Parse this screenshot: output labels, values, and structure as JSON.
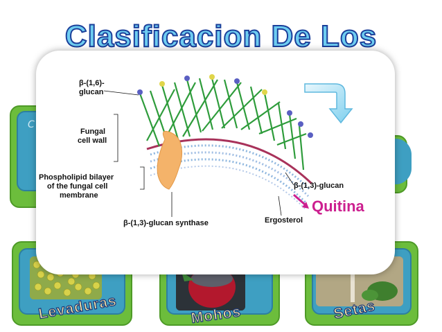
{
  "slide": {
    "title": "Clasificacion De Los",
    "left_fragment": "C",
    "captions": [
      "Levaduras",
      "Mohos",
      "Setas"
    ]
  },
  "diagram": {
    "labels": {
      "glucan_16": "β-(1,6)-glucan",
      "fungal_cell_wall": "Fungal cell wall",
      "phospholipid": "Phospholipid bilayer of the fungal cell membrane",
      "glucan_13": "β-(1,3)-glucan",
      "quitina": "Quitina",
      "synthase": "β-(1,3)-glucan synthase",
      "ergosterol": "Ergosterol"
    }
  },
  "colors": {
    "title_fill": "#6ecdf1",
    "title_stroke": "#1b3f9a",
    "green": "#6cbd3c",
    "blue_panel": "#3e9fc2",
    "quitina": "#cc1f8f",
    "fiber": "#2e9c3b"
  }
}
